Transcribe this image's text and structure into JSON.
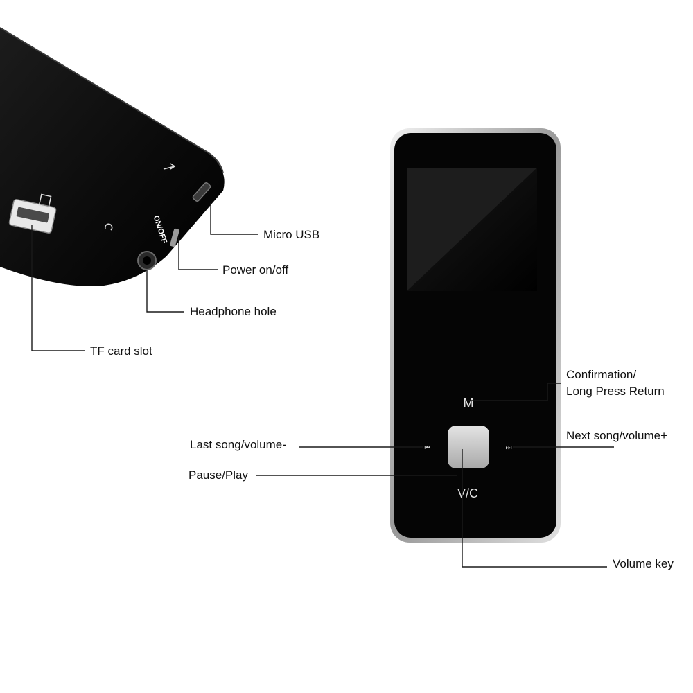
{
  "labels": {
    "micro_usb": "Micro USB",
    "power": "Power on/off",
    "headphone": "Headphone hole",
    "tf_card": "TF card slot",
    "confirm_line1": "Confirmation/",
    "confirm_line2": "Long Press Return",
    "next": "Next song/volume+",
    "last": "Last song/volume-",
    "pause": "Pause/Play",
    "volume_key": "Volume key"
  },
  "device": {
    "onoff_text": "ON/OFF",
    "menu_key": "M",
    "vol_key": "V/C",
    "prev_symbol": "⏮",
    "next_symbol": "⏭"
  },
  "colors": {
    "body": "#0b0b0b",
    "bezel": "#d9d9d9",
    "center_button": "#c8c8c8",
    "leader_line": "#1a1a1a"
  }
}
